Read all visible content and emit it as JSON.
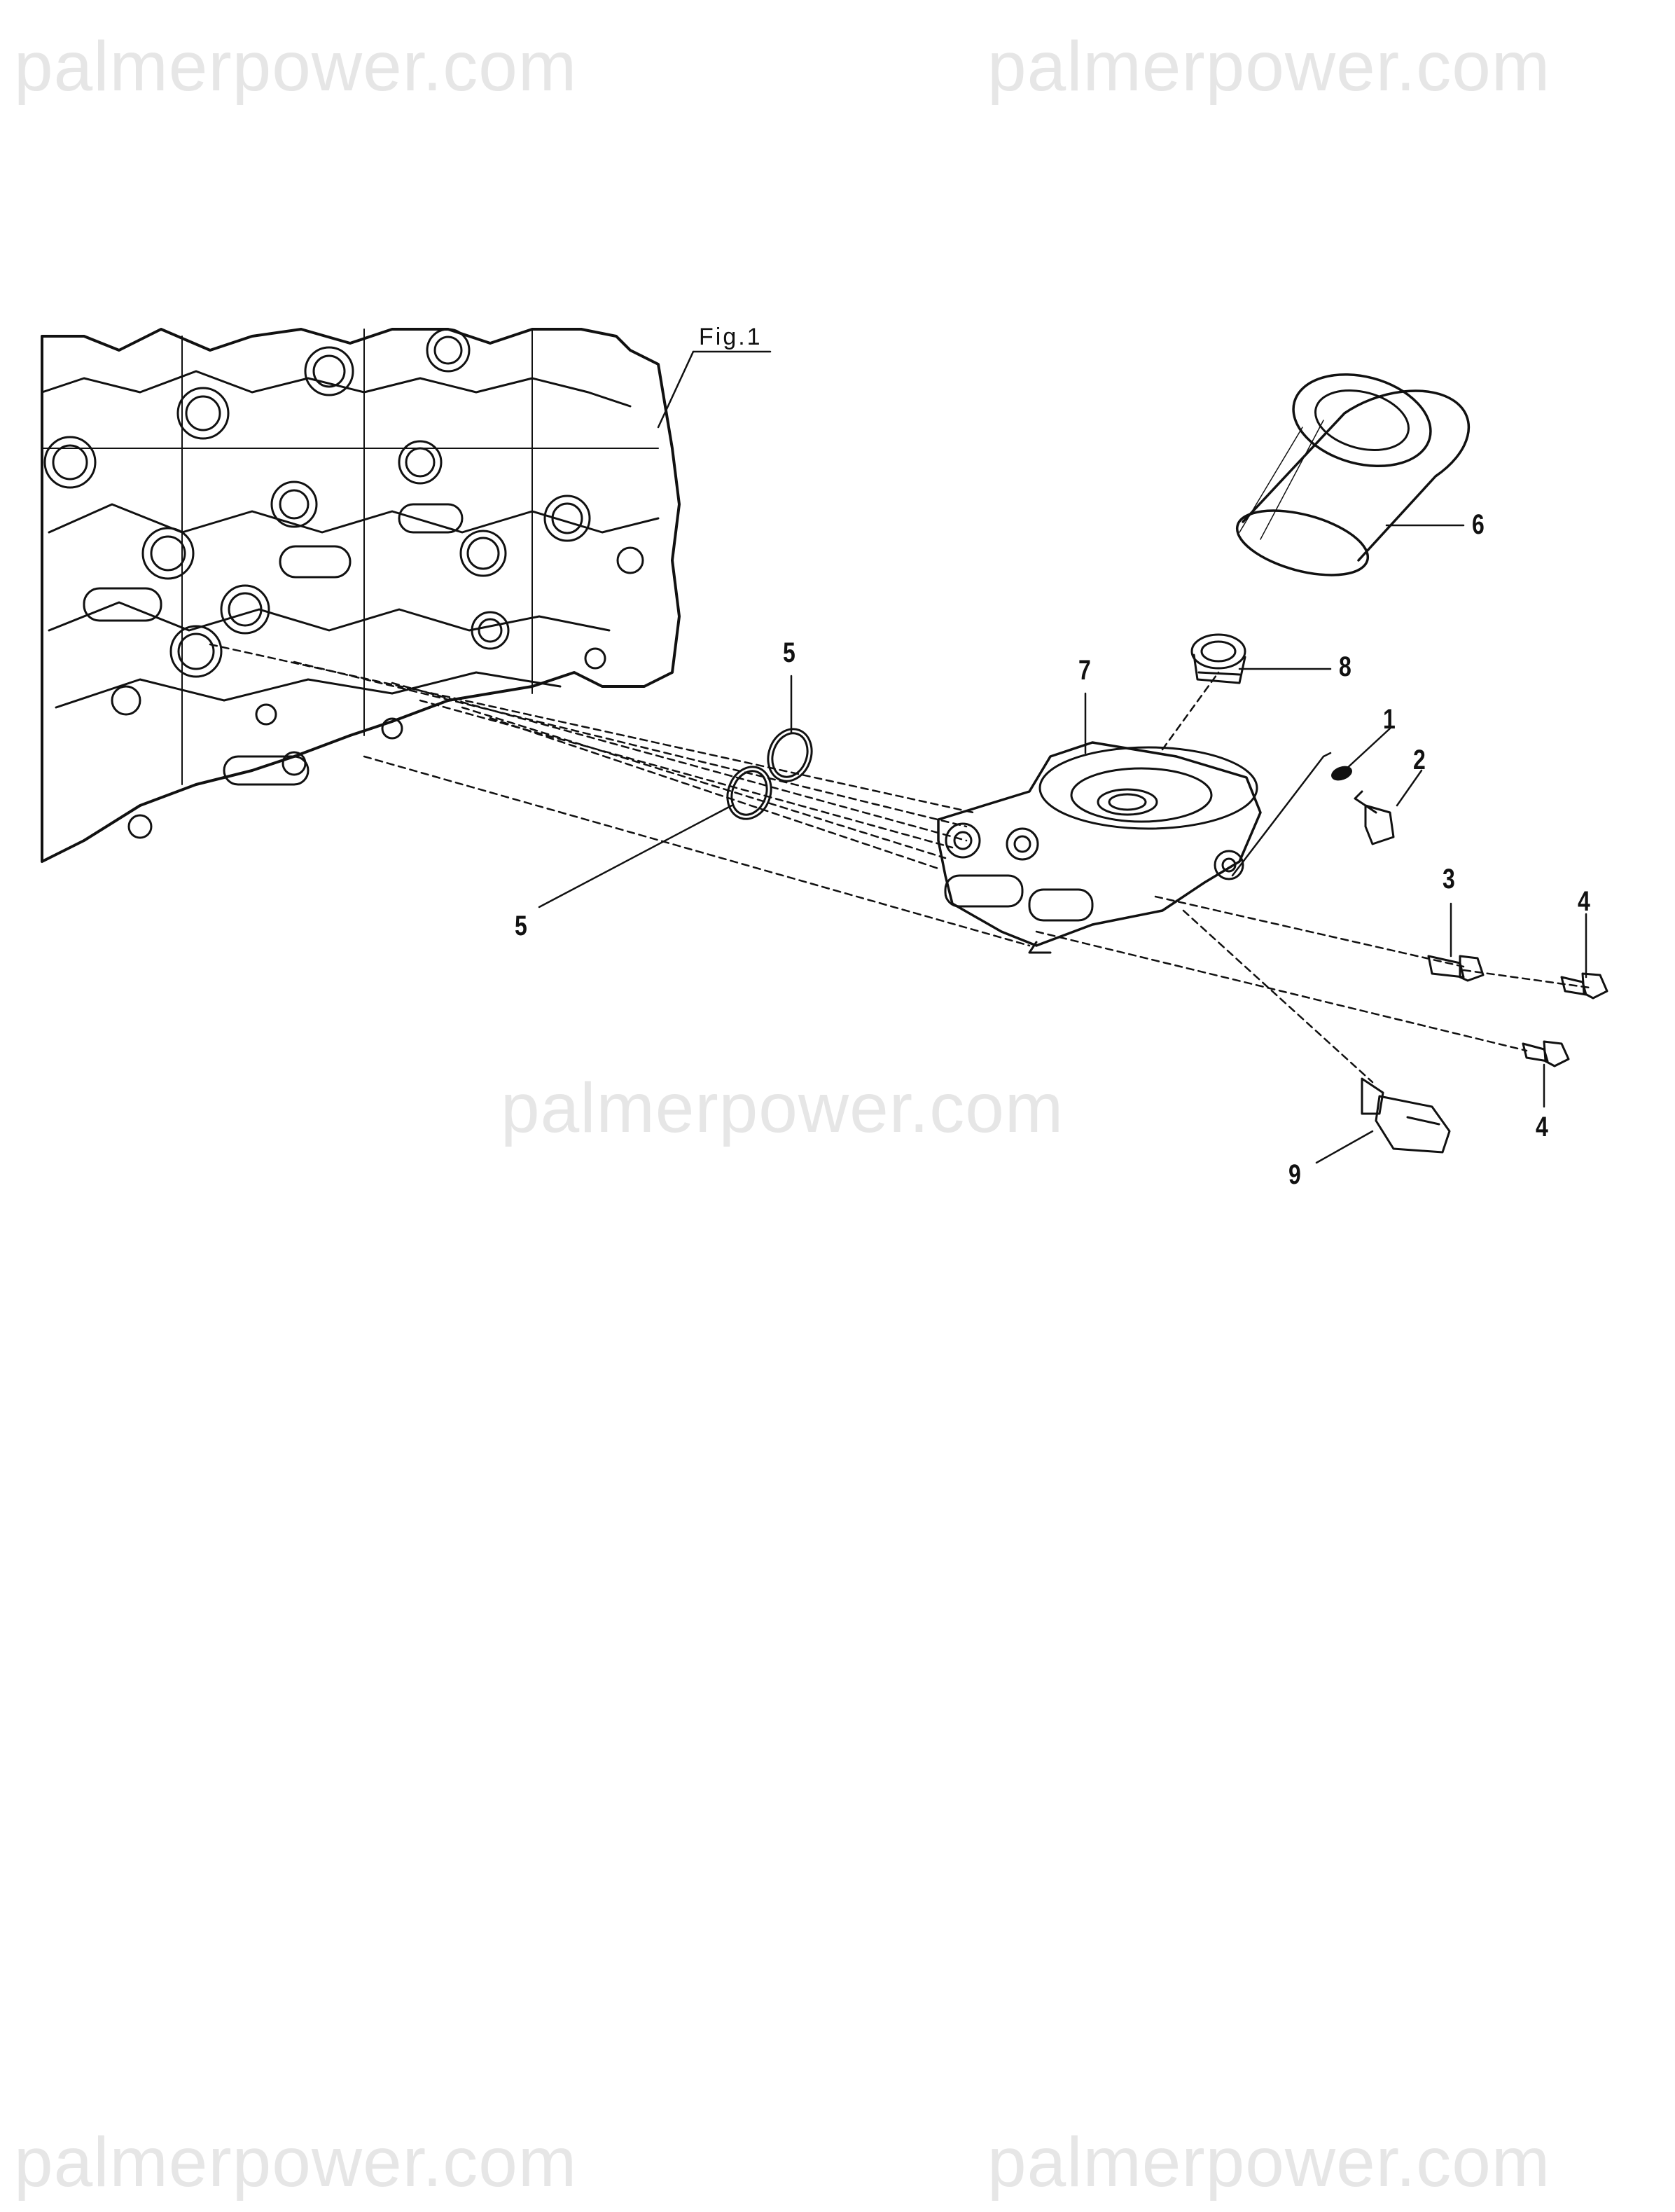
{
  "watermarks": {
    "top_left": "palmerpower.com",
    "top_right": "palmerpower.com",
    "middle": "palmerpower.com",
    "bottom_left": "palmerpower.com",
    "bottom_right": "palmerpower.com"
  },
  "figure_label": "Fig.1",
  "callouts": {
    "c1": "1",
    "c2": "2",
    "c3": "3",
    "c4a": "4",
    "c4b": "4",
    "c5a": "5",
    "c5b": "5",
    "c6": "6",
    "c7": "7",
    "c8": "8",
    "c9": "9"
  }
}
